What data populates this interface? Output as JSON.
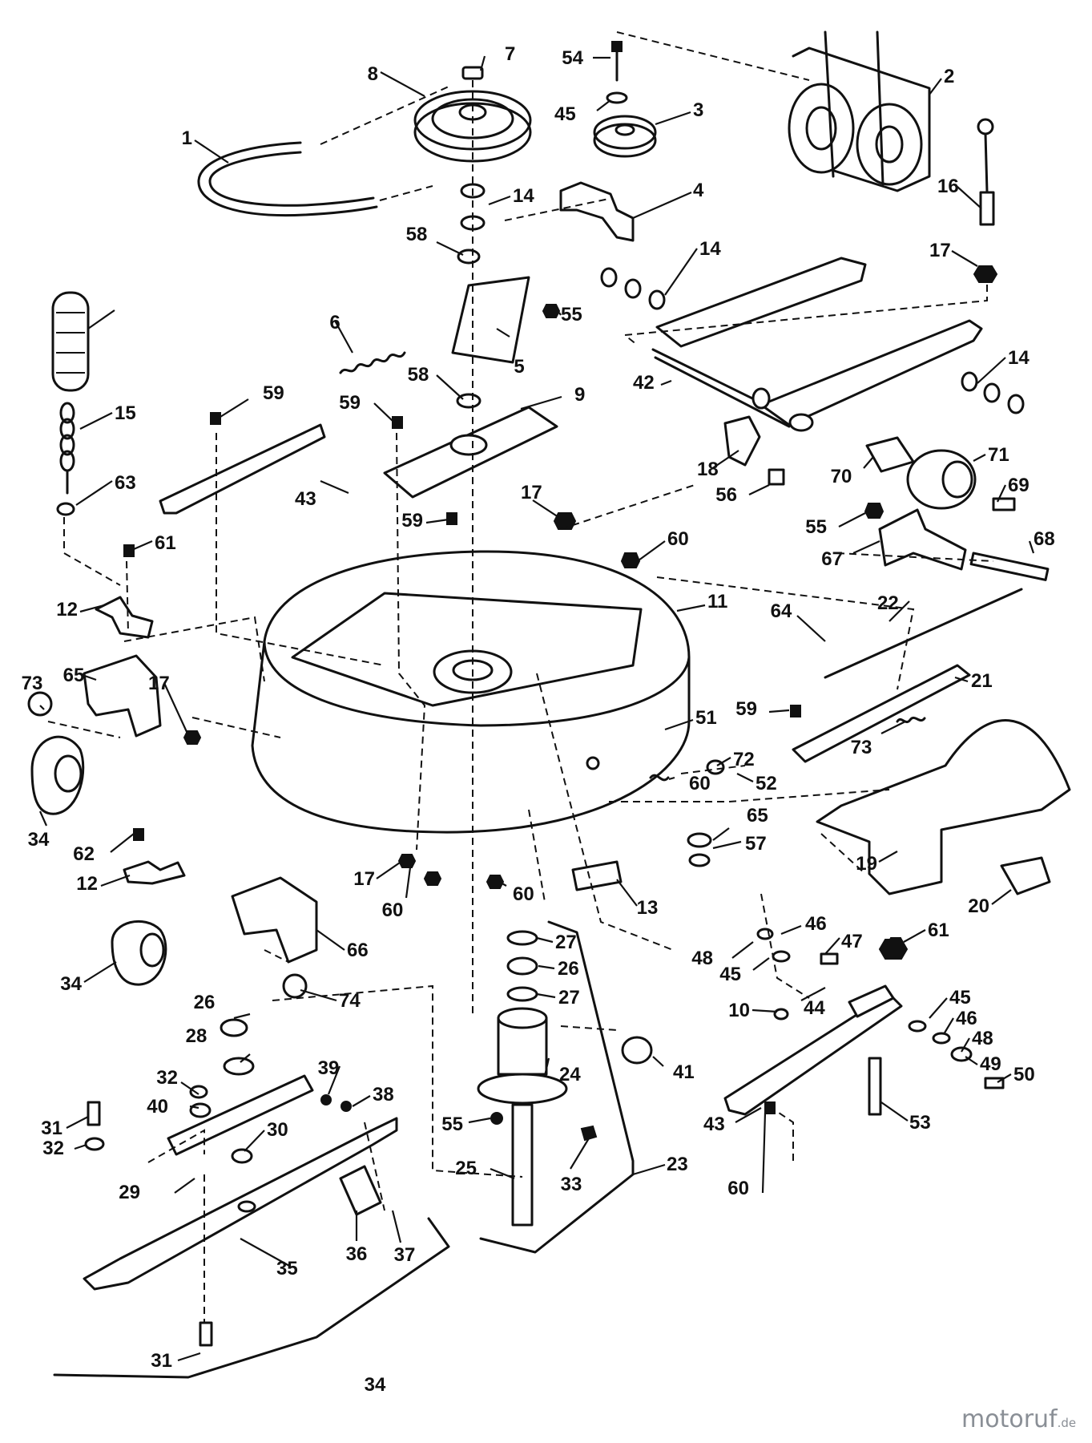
{
  "watermark": {
    "brand": "motoruf",
    "suffix": ".de",
    "brand_color": "#8a8f96",
    "accent_color": "#e07a1f"
  },
  "callouts": [
    "1",
    "2",
    "3",
    "4",
    "5",
    "6",
    "7",
    "8",
    "9",
    "10",
    "11",
    "12",
    "12",
    "13",
    "14",
    "14",
    "14",
    "15",
    "16",
    "17",
    "17",
    "17",
    "17",
    "18",
    "19",
    "20",
    "21",
    "22",
    "23",
    "24",
    "25",
    "26",
    "26",
    "27",
    "27",
    "28",
    "29",
    "30",
    "31",
    "31",
    "32",
    "32",
    "33",
    "34",
    "34",
    "34",
    "35",
    "36",
    "37",
    "38",
    "39",
    "40",
    "41",
    "42",
    "43",
    "43",
    "44",
    "45",
    "45",
    "45",
    "46",
    "46",
    "47",
    "48",
    "48",
    "49",
    "50",
    "51",
    "52",
    "53",
    "54",
    "55",
    "55",
    "55",
    "56",
    "57",
    "58",
    "58",
    "59",
    "59",
    "59",
    "59",
    "60",
    "60",
    "60",
    "60",
    "60",
    "61",
    "61",
    "62",
    "63",
    "64",
    "65",
    "65",
    "66",
    "67",
    "68",
    "69",
    "70",
    "71",
    "72",
    "73",
    "73",
    "74"
  ]
}
